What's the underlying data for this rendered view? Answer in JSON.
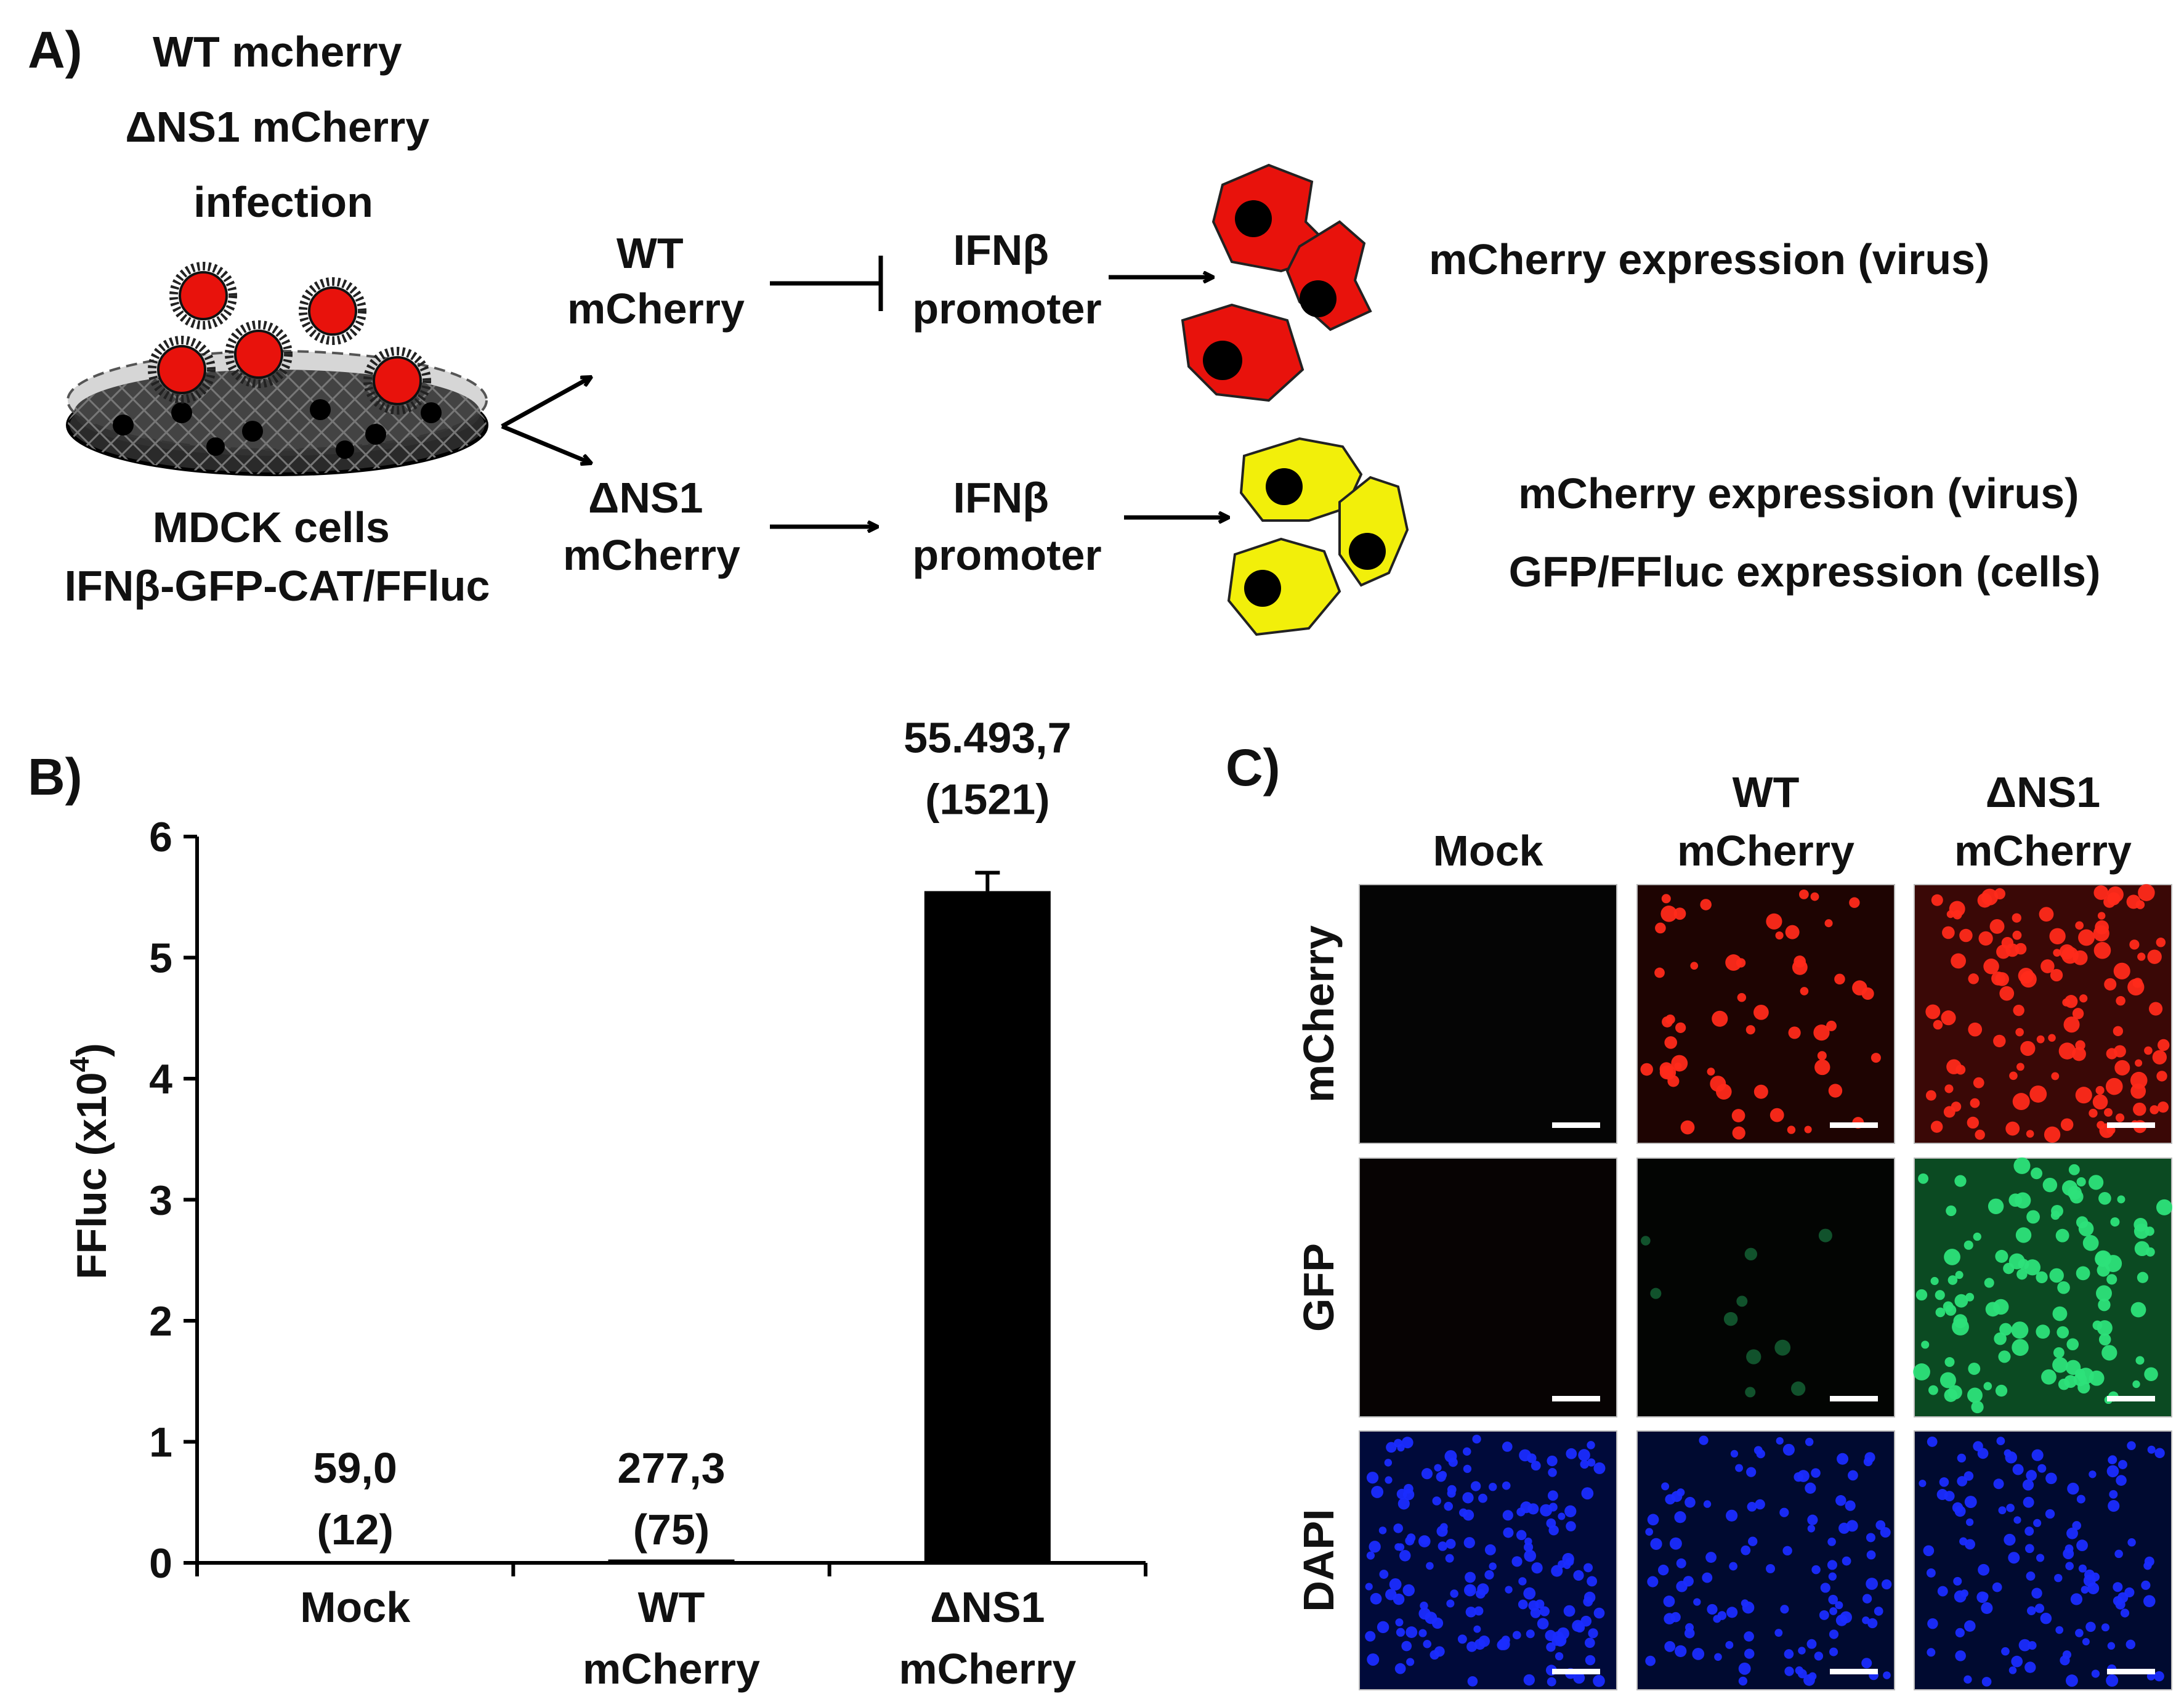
{
  "panel_a": {
    "letter": "A)",
    "infection_lines": [
      "WT mcherry",
      "ΔNS1 mCherry",
      "infection"
    ],
    "cells_lines": [
      "MDCK cells",
      "IFNβ-GFP-CAT/FFluc"
    ],
    "wt_lines": [
      "WT",
      "mCherry"
    ],
    "dns1_lines": [
      "ΔNS1",
      "mCherry"
    ],
    "promoter_lines": [
      "IFNβ",
      "promoter"
    ],
    "wt_result": "mCherry expression (virus)",
    "dns1_result_lines": [
      "mCherry expression (virus)",
      "GFP/FFluc expression (cells)"
    ],
    "colors": {
      "virus_red": "#e8120c",
      "cell_yellow": "#f2ef0a",
      "nucleus": "#000000"
    }
  },
  "panel_b": {
    "letter": "B)",
    "chart_data": {
      "type": "bar",
      "categories": [
        [
          "Mock"
        ],
        [
          "WT",
          "mCherry"
        ],
        [
          "ΔNS1",
          "mCherry"
        ]
      ],
      "ylabel": "FFluc (x10",
      "ylabel_sup": "4",
      "ylabel_close": ")",
      "ylim": [
        0,
        6
      ],
      "yticks": [
        "0",
        "1",
        "2",
        "3",
        "4",
        "5",
        "6"
      ],
      "values": [
        0.0059,
        0.02773,
        5.54937
      ],
      "error": [
        0.0012,
        0.0075,
        0.1521
      ],
      "value_labels": [
        [
          "59,0",
          "(12)"
        ],
        [
          "277,3",
          "(75)"
        ],
        [
          "55.493,7",
          "(1521)"
        ]
      ],
      "bar_color": "#000000",
      "grid": false
    }
  },
  "panel_c": {
    "letter": "C)",
    "columns": [
      [
        "Mock"
      ],
      [
        "WT",
        "mCherry"
      ],
      [
        "ΔNS1",
        "mCherry"
      ]
    ],
    "rows": [
      "mCherry",
      "GFP",
      "DAPI"
    ],
    "channel_colors": {
      "mCherry": "#ff2a1a",
      "GFP": "#2de27a",
      "DAPI": "#1a2cff"
    }
  }
}
